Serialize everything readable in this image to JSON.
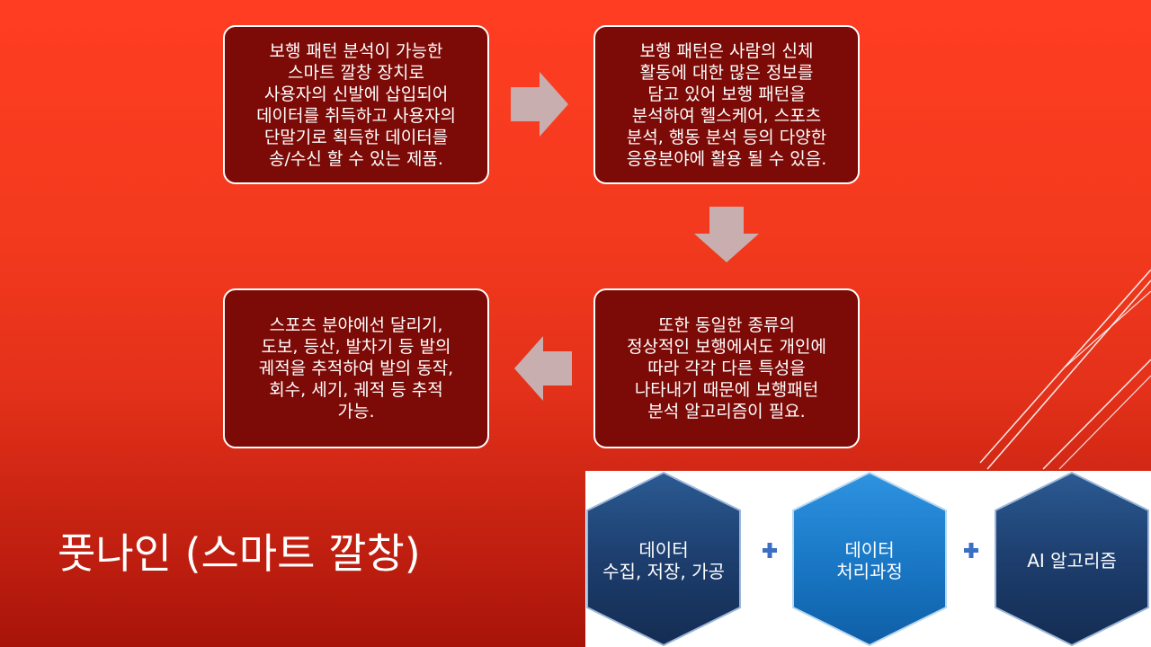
{
  "flow": {
    "box1": [
      "보행 패턴 분석이 가능한",
      "스마트 깔창 장치로",
      "사용자의 신발에 삽입되어",
      "데이터를 취득하고 사용자의",
      "단말기로 획득한 데이터를",
      "송/수신 할 수 있는 제품."
    ],
    "box2": [
      "보행 패턴은 사람의 신체",
      "활동에 대한 많은 정보를",
      "담고 있어 보행 패턴을",
      "분석하여 헬스케어, 스포츠",
      "분석, 행동 분석 등의 다양한",
      "응용분야에 활용 될 수 있음."
    ],
    "box3": [
      "또한 동일한 종류의",
      "정상적인 보행에서도 개인에",
      "따라 각각 다른 특성을",
      "나타내기 때문에 보행패턴",
      "분석 알고리즘이 필요."
    ],
    "box4": [
      "스포츠 분야에선 달리기,",
      "도보, 등산, 발차기 등 발의",
      "궤적을 추적하여 발의 동작,",
      "회수, 세기, 궤적 등 추적",
      "가능."
    ]
  },
  "title": "풋나인 (스마트 깔창)",
  "pipeline": {
    "step1": [
      "데이터",
      "수집, 저장, 가공"
    ],
    "step2": [
      "데이터",
      "처리과정"
    ],
    "step3": [
      "AI 알고리즘"
    ]
  },
  "colors": {
    "box_fill": "#7c0a06",
    "arrow": "#c8aeae",
    "hex_dark": "#1d3e6e",
    "hex_light": "#1a79c7",
    "plus": "#3b6fc4"
  }
}
